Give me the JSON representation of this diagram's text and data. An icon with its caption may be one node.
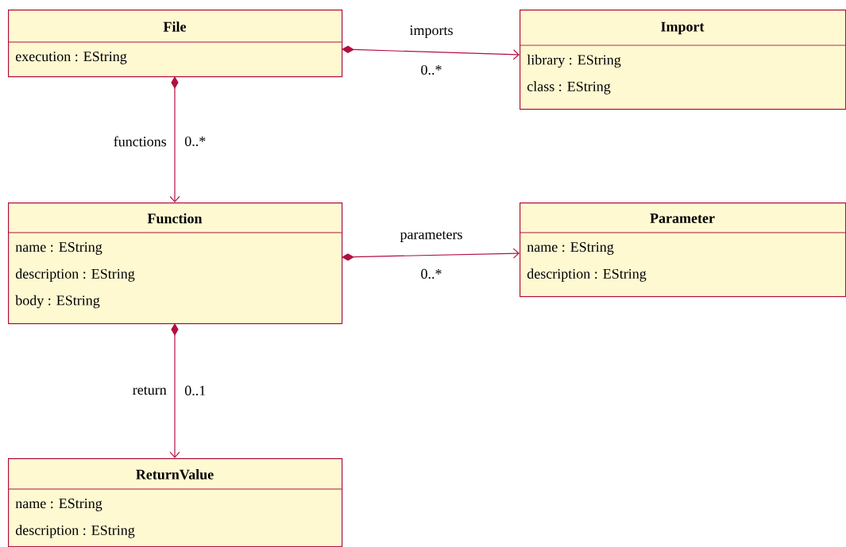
{
  "diagram": {
    "nodes": [
      {
        "text": [
          "File",
          "execution : EString"
        ]
      },
      {
        "text": [
          "Import",
          "library : EString",
          "class : EString"
        ]
      },
      {
        "text": [
          "Function",
          "name : EString",
          "description : EString",
          "body : EString"
        ]
      },
      {
        "text": [
          "Parameter",
          "name : EString",
          "description : EString"
        ]
      },
      {
        "text": [
          "ReturnValue",
          "name : EString",
          "description : EString"
        ]
      }
    ],
    "edges": [
      {
        "from": 0,
        "to": 1,
        "arrow": "to",
        "label": "imports"
      },
      {
        "from": 0,
        "to": 2,
        "arrow": "to",
        "label": "functions"
      },
      {
        "from": 2,
        "to": 3,
        "arrow": "to",
        "label": "parameters"
      },
      {
        "from": 2,
        "to": 4,
        "arrow": "to",
        "label": "return"
      }
    ],
    "labels": [
      "0..*",
      "0..*",
      "0..*",
      "0..1"
    ]
  }
}
